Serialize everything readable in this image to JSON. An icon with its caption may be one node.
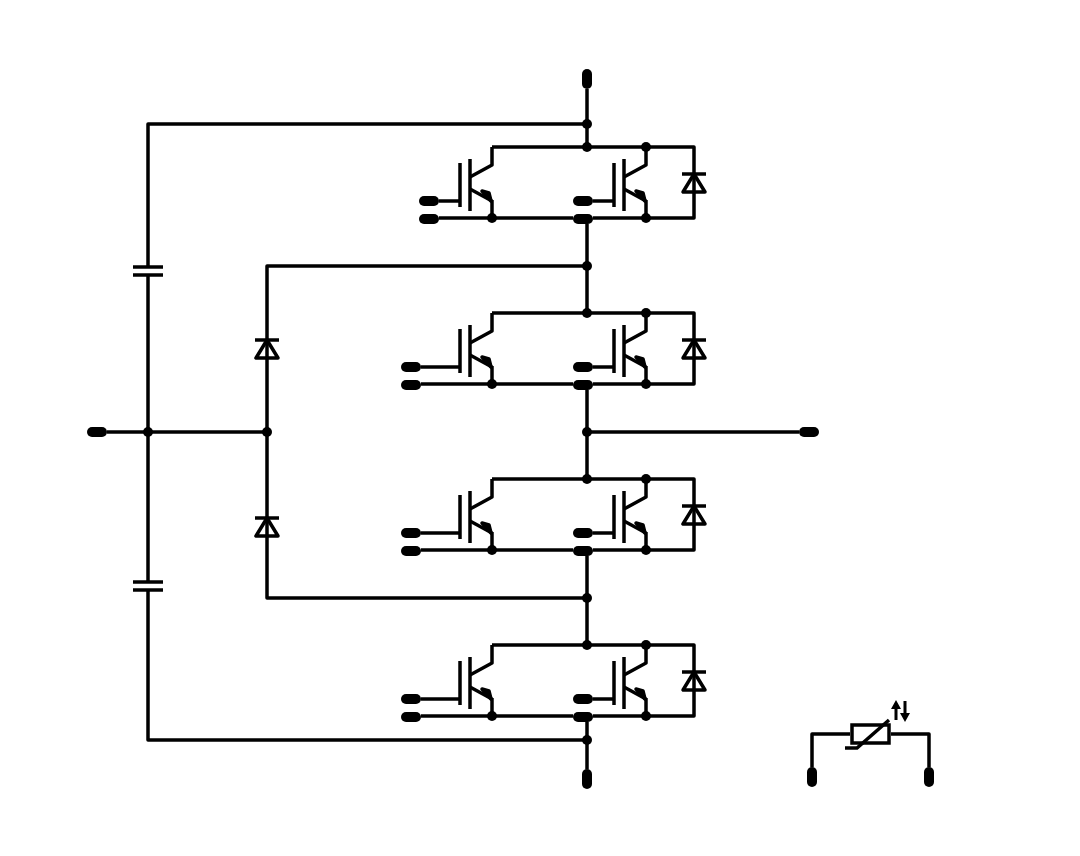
{
  "diagram": {
    "nodes": [
      {
        "text": [],
        "shape": "bar"
      },
      {
        "text": [],
        "shape": "bar"
      },
      {
        "text": [],
        "shape": "bar"
      },
      {
        "text": [],
        "shape": "bar"
      },
      {
        "text": [],
        "shape": "bar"
      },
      {
        "text": [],
        "shape": "bar"
      },
      {
        "text": [],
        "shape": "bar"
      },
      {
        "text": [],
        "shape": "bar"
      },
      {
        "text": [],
        "shape": "bar"
      },
      {
        "text": [],
        "shape": "bar"
      },
      {
        "text": [],
        "shape": "bar"
      },
      {
        "text": [],
        "shape": "bar"
      },
      {
        "text": [],
        "shape": "bar"
      },
      {
        "text": [],
        "shape": "bar"
      },
      {
        "text": [],
        "shape": "bar"
      },
      {
        "text": [],
        "shape": "bar"
      },
      {
        "text": [],
        "shape": "bar"
      },
      {
        "text": [],
        "shape": "bar"
      },
      {
        "text": [],
        "shape": "bar"
      },
      {
        "text": [],
        "shape": "bar"
      },
      {
        "text": [],
        "shape": "bar"
      },
      {
        "text": [],
        "shape": "bar"
      },
      {
        "text": [],
        "shape": "box"
      }
    ],
    "edges": [
      {
        "from": 0,
        "to": null,
        "arrow": "other"
      },
      {
        "from": 1,
        "to": null,
        "arrow": "none"
      },
      {
        "from": 2,
        "to": null,
        "arrow": "none"
      },
      {
        "from": 3,
        "to": 4,
        "arrow": "none"
      },
      {
        "from": 4,
        "to": null,
        "arrow": "other"
      },
      {
        "from": 4,
        "to": null,
        "arrow": "other"
      },
      {
        "from": 5,
        "to": null,
        "arrow": "none"
      },
      {
        "from": 6,
        "to": null,
        "arrow": "none"
      },
      {
        "from": 7,
        "to": 8,
        "arrow": "none"
      },
      {
        "from": 8,
        "to": null,
        "arrow": "other"
      },
      {
        "from": 8,
        "to": null,
        "arrow": "other"
      },
      {
        "from": 9,
        "to": null,
        "arrow": "other"
      },
      {
        "from": 10,
        "to": null,
        "arrow": "other"
      },
      {
        "from": 11,
        "to": null,
        "arrow": "none"
      },
      {
        "from": 12,
        "to": null,
        "arrow": "none"
      },
      {
        "from": 13,
        "to": 14,
        "arrow": "none"
      },
      {
        "from": 14,
        "to": null,
        "arrow": "other"
      },
      {
        "from": 14,
        "to": null,
        "arrow": "other"
      },
      {
        "from": 15,
        "to": null,
        "arrow": "none"
      },
      {
        "from": 16,
        "to": null,
        "arrow": "none"
      },
      {
        "from": 17,
        "to": 18,
        "arrow": "none"
      },
      {
        "from": 18,
        "to": null,
        "arrow": "other"
      },
      {
        "from": 18,
        "to": 19,
        "arrow": "none"
      },
      {
        "from": 20,
        "to": 22,
        "arrow": "none"
      },
      {
        "from": 22,
        "to": 21,
        "arrow": "none"
      }
    ]
  }
}
